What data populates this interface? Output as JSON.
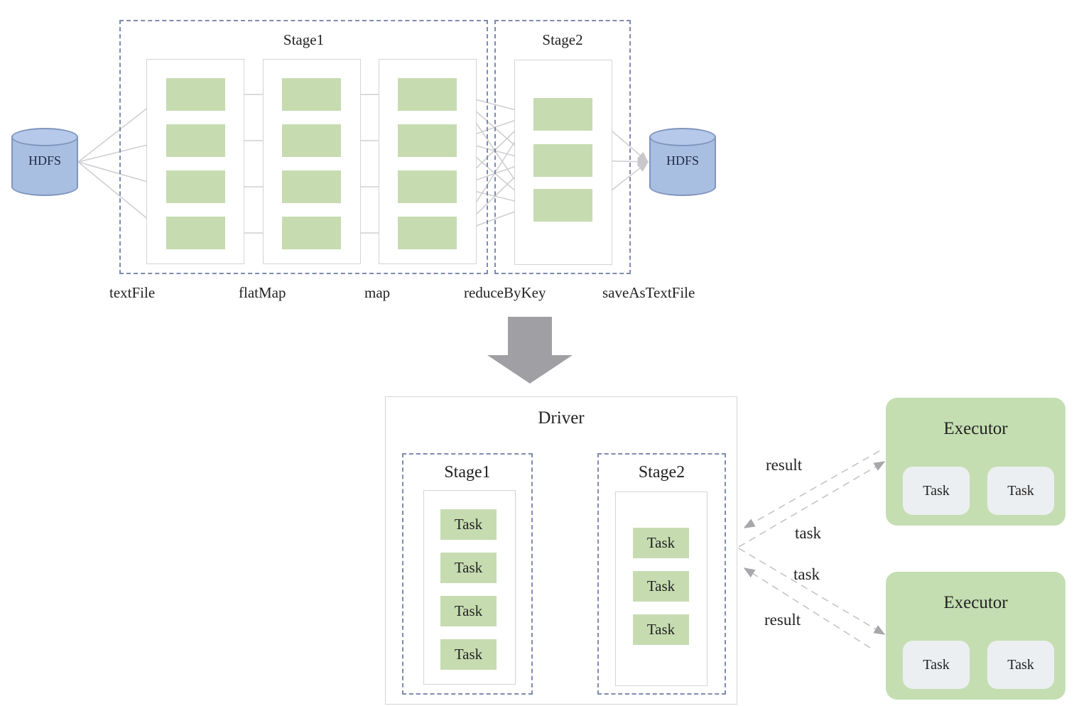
{
  "top_diagram": {
    "source_label": "HDFS",
    "sink_label": "HDFS",
    "stage1_title": "Stage1",
    "stage2_title": "Stage2",
    "operations": [
      "textFile",
      "flatMap",
      "map",
      "reduceByKey",
      "saveAsTextFile"
    ],
    "stage1_columns": 3,
    "stage1_partitions_per_column": 4,
    "stage2_partitions": 3
  },
  "driver": {
    "title": "Driver",
    "stage1": {
      "title": "Stage1",
      "tasks": [
        "Task",
        "Task",
        "Task",
        "Task"
      ]
    },
    "stage2": {
      "title": "Stage2",
      "tasks": [
        "Task",
        "Task",
        "Task"
      ]
    }
  },
  "communication": {
    "labels": [
      "result",
      "task",
      "task",
      "result"
    ]
  },
  "executors": [
    {
      "title": "Executor",
      "tasks": [
        "Task",
        "Task"
      ]
    },
    {
      "title": "Executor",
      "tasks": [
        "Task",
        "Task"
      ]
    }
  ],
  "colors": {
    "partition_green": "#c6dcb0",
    "hdfs_blue": "#a9bfe2",
    "stage_border": "#7d8bb0",
    "arrow_gray": "#a09fa3",
    "executor_green": "#c4deb1"
  }
}
